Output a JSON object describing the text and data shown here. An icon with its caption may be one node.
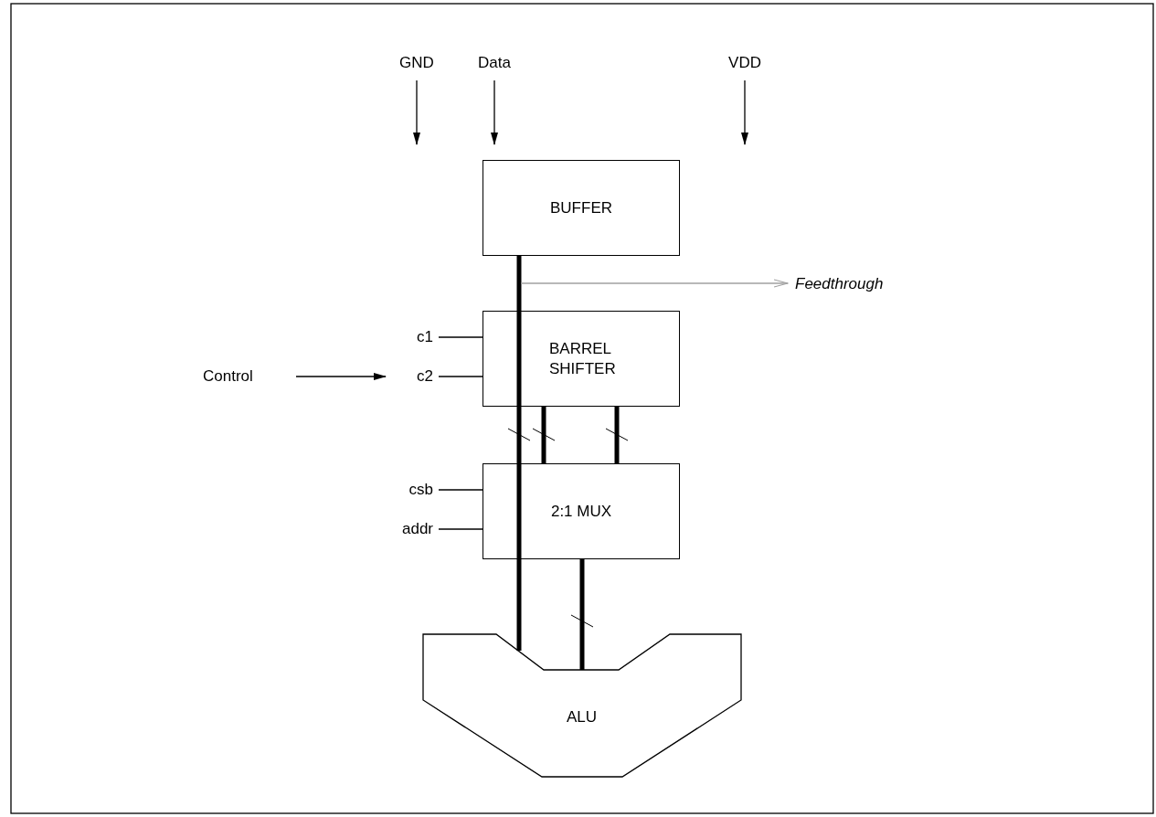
{
  "diagram": {
    "nodes": [
      {
        "text": [
          "GND"
        ]
      },
      {
        "text": [
          "Data"
        ]
      },
      {
        "text": [
          "VDD"
        ]
      },
      {
        "text": [
          "BUFFER"
        ]
      },
      {
        "text": [
          "BARREL SHIFTER"
        ]
      },
      {
        "text": [
          "2:1 MUX"
        ]
      },
      {
        "text": [
          "ALU"
        ]
      },
      {
        "text": [
          "Feedthrough"
        ]
      },
      {
        "text": [
          "Control"
        ]
      },
      {
        "text": [
          "c1"
        ]
      },
      {
        "text": [
          "c2"
        ]
      },
      {
        "text": [
          "csb"
        ]
      },
      {
        "text": [
          "addr"
        ]
      }
    ],
    "edges": [
      {
        "from": 0,
        "to": null,
        "arrow": "to"
      },
      {
        "from": 1,
        "to": 3,
        "arrow": "to"
      },
      {
        "from": 2,
        "to": null,
        "arrow": "to"
      },
      {
        "from": 3,
        "to": 4,
        "arrow": "none",
        "style": "thick"
      },
      {
        "from": 4,
        "to": 5,
        "arrow": "none",
        "style": "thick"
      },
      {
        "from": 5,
        "to": 6,
        "arrow": "none",
        "style": "thick"
      },
      {
        "from": null,
        "to": 7,
        "arrow": "to",
        "color": "#a0a0a0"
      },
      {
        "from": 8,
        "to": 10,
        "arrow": "to"
      },
      {
        "from": 9,
        "to": 4,
        "arrow": "none"
      },
      {
        "from": 10,
        "to": 4,
        "arrow": "none"
      },
      {
        "from": 4,
        "to": 5,
        "arrow": "none",
        "style": "thick"
      },
      {
        "from": 4,
        "to": 5,
        "arrow": "none",
        "style": "thick"
      },
      {
        "from": 11,
        "to": 5,
        "arrow": "none"
      },
      {
        "from": 12,
        "to": 5,
        "arrow": "none"
      },
      {
        "from": 5,
        "to": 6,
        "arrow": "none",
        "style": "thick"
      }
    ]
  }
}
